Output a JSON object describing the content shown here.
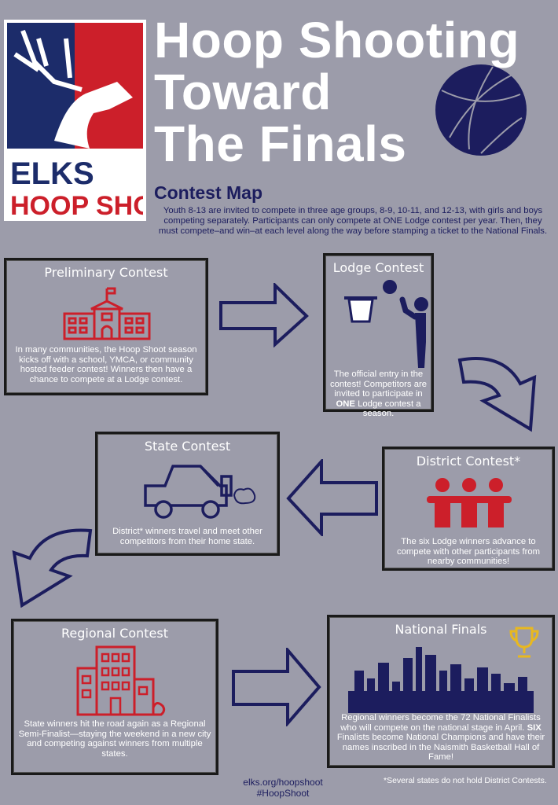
{
  "logo": {
    "text_top": "ELKS",
    "text_bottom": "HOOP SHOOT"
  },
  "title": {
    "line1": "Hoop Shooting",
    "line2": "Toward",
    "line3": "The Finals"
  },
  "subtitle": "Contest Map",
  "intro": "Youth 8-13 are invited to compete in three age groups, 8-9, 10-11, and 12-13, with girls and boys competing separately. Participants can only compete at ONE Lodge contest per year. Then, they must compete–and win–at each level along the way before stamping a ticket to the National Finals.",
  "stages": {
    "preliminary": {
      "title": "Preliminary Contest",
      "text": "In many communities, the Hoop Shoot season kicks off with a school, YMCA, or community hosted feeder contest! Winners then have a chance to compete at a Lodge contest."
    },
    "lodge": {
      "title": "Lodge  Contest",
      "text_a": "The official entry in the contest! Competitors are invited to participate in ",
      "text_bold": "ONE",
      "text_b": " Lodge contest a season."
    },
    "district": {
      "title": "District Contest*",
      "text": "The six Lodge winners advance to compete with other participants from nearby communities!"
    },
    "state": {
      "title": "State Contest",
      "text": "District* winners travel and meet other competitors from their home state."
    },
    "regional": {
      "title": "Regional Contest",
      "text": "State winners hit the road again as a Regional Semi-Finalist—staying the weekend in a new city and competing against winners from multiple states."
    },
    "national": {
      "title": "National Finals",
      "text_a": "Regional winners become the 72 National Finalists who will compete on the national stage in April. ",
      "text_bold": "SIX",
      "text_b": " Finalists become National Champions and have their names inscribed in the Naismith Basketball Hall of Fame!"
    }
  },
  "footer": {
    "url": "elks.org/hoopshoot",
    "hashtag": "#HoopShoot",
    "note": "*Several states do not hold District Contests."
  },
  "colors": {
    "background": "#9c9caa",
    "navy": "#1c1d5e",
    "red": "#cc1f2a"
  }
}
